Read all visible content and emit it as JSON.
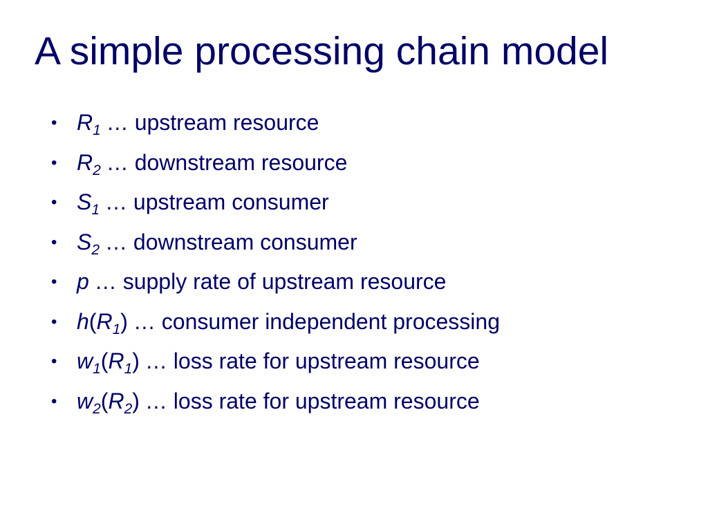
{
  "slide": {
    "title": "A simple processing chain model",
    "bullet_char": "•",
    "bullets": [
      {
        "symbol": "R",
        "sub": "1",
        "description": "… upstream resource"
      },
      {
        "symbol": "R",
        "sub": "2",
        "description": "… downstream resource"
      },
      {
        "symbol": "S",
        "sub": "1",
        "description": "… upstream consumer"
      },
      {
        "symbol": "S",
        "sub": "2",
        "description": "… downstream consumer"
      },
      {
        "symbol": "p",
        "description": "… supply rate of upstream resource"
      },
      {
        "symbol": "h",
        "open": "(",
        "arg": "R",
        "arg_sub": "1",
        "close": ")",
        "description": "… consumer independent processing"
      },
      {
        "symbol": "w",
        "sub": "1",
        "open": "(",
        "arg": "R",
        "arg_sub": "1",
        "close": ")",
        "description": "… loss rate for upstream resource"
      },
      {
        "symbol": "w",
        "sub": "2",
        "open": "(",
        "arg": "R",
        "arg_sub": "2",
        "close": ")",
        "description": "… loss rate for upstream resource"
      }
    ]
  },
  "colors": {
    "text": "#000066",
    "background": "#ffffff"
  }
}
